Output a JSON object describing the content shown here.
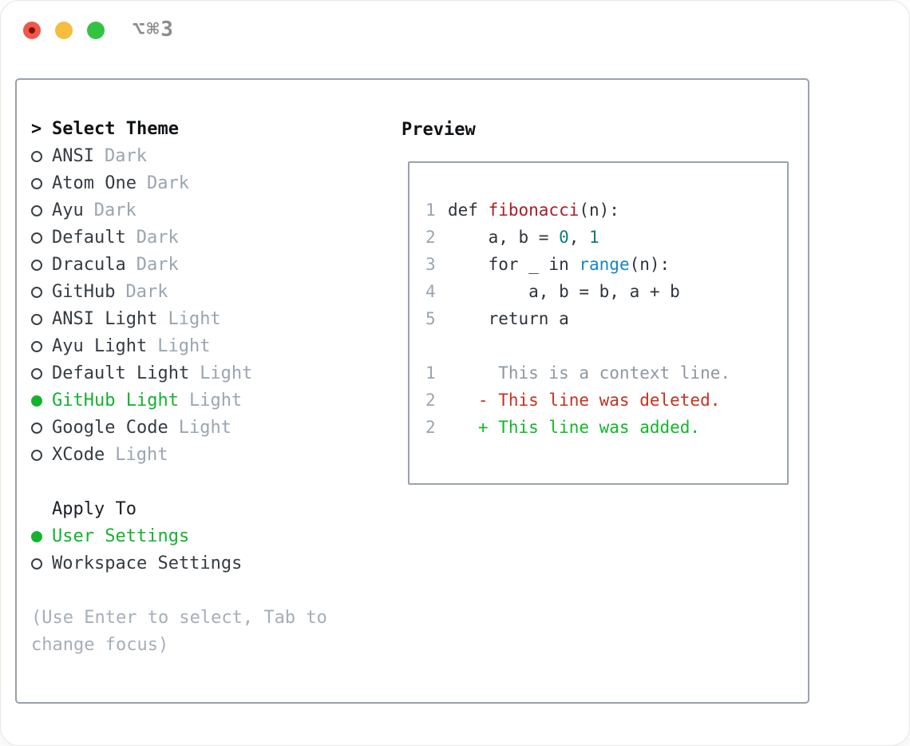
{
  "window": {
    "title": "⌥⌘3"
  },
  "traffic_lights": {
    "close": "#f2564a",
    "close_dot": "#7c1209",
    "minimize": "#f6bd40",
    "zoom": "#33c342"
  },
  "select_theme": {
    "prompt": ">",
    "title": "Select Theme",
    "themes": [
      {
        "name": "ANSI",
        "variant": "Dark",
        "selected": false
      },
      {
        "name": "Atom One",
        "variant": "Dark",
        "selected": false
      },
      {
        "name": "Ayu",
        "variant": "Dark",
        "selected": false
      },
      {
        "name": "Default",
        "variant": "Dark",
        "selected": false
      },
      {
        "name": "Dracula",
        "variant": "Dark",
        "selected": false
      },
      {
        "name": "GitHub",
        "variant": "Dark",
        "selected": false
      },
      {
        "name": "ANSI Light",
        "variant": "Light",
        "selected": false
      },
      {
        "name": "Ayu Light",
        "variant": "Light",
        "selected": false
      },
      {
        "name": "Default Light",
        "variant": "Light",
        "selected": false
      },
      {
        "name": "GitHub Light",
        "variant": "Light",
        "selected": true
      },
      {
        "name": "Google Code",
        "variant": "Light",
        "selected": false
      },
      {
        "name": "XCode",
        "variant": "Light",
        "selected": false
      }
    ]
  },
  "apply_to": {
    "title": "Apply To",
    "options": [
      {
        "label": "User Settings",
        "selected": true
      },
      {
        "label": "Workspace Settings",
        "selected": false
      }
    ]
  },
  "hint": "(Use Enter to select, Tab to change focus)",
  "preview": {
    "title": "Preview",
    "code_lines": [
      {
        "num": "1",
        "segments": [
          {
            "text": "def ",
            "style": "plain"
          },
          {
            "text": "fibonacci",
            "style": "func"
          },
          {
            "text": "(n):",
            "style": "plain"
          }
        ]
      },
      {
        "num": "2",
        "segments": [
          {
            "text": "    a, b = ",
            "style": "plain"
          },
          {
            "text": "0",
            "style": "num"
          },
          {
            "text": ", ",
            "style": "plain"
          },
          {
            "text": "1",
            "style": "num"
          }
        ]
      },
      {
        "num": "3",
        "segments": [
          {
            "text": "    for _ in ",
            "style": "plain"
          },
          {
            "text": "range",
            "style": "builtin"
          },
          {
            "text": "(n):",
            "style": "plain"
          }
        ]
      },
      {
        "num": "4",
        "segments": [
          {
            "text": "        a, b = b, a + b",
            "style": "plain"
          }
        ]
      },
      {
        "num": "5",
        "segments": [
          {
            "text": "    return a",
            "style": "plain"
          }
        ]
      }
    ],
    "diff_lines": [
      {
        "num": "1",
        "marker": "",
        "text": "This is a context line.",
        "type": "context"
      },
      {
        "num": "2",
        "marker": "-",
        "text": "This line was deleted.",
        "type": "deleted"
      },
      {
        "num": "2",
        "marker": "+",
        "text": "This line was added.",
        "type": "added"
      }
    ]
  },
  "colors": {
    "accent_green": "#14b32e",
    "muted_gray": "#9aa5b1",
    "hint_gray": "#a6aeb9",
    "text_dark": "#363c43",
    "heading_black": "#101316",
    "function_red": "#a81f24",
    "number_teal": "#0f7c7c",
    "builtin_blue": "#1385c9",
    "deleted_red": "#c5321f",
    "added_green": "#10b929",
    "border_gray": "#9aa2ac"
  }
}
